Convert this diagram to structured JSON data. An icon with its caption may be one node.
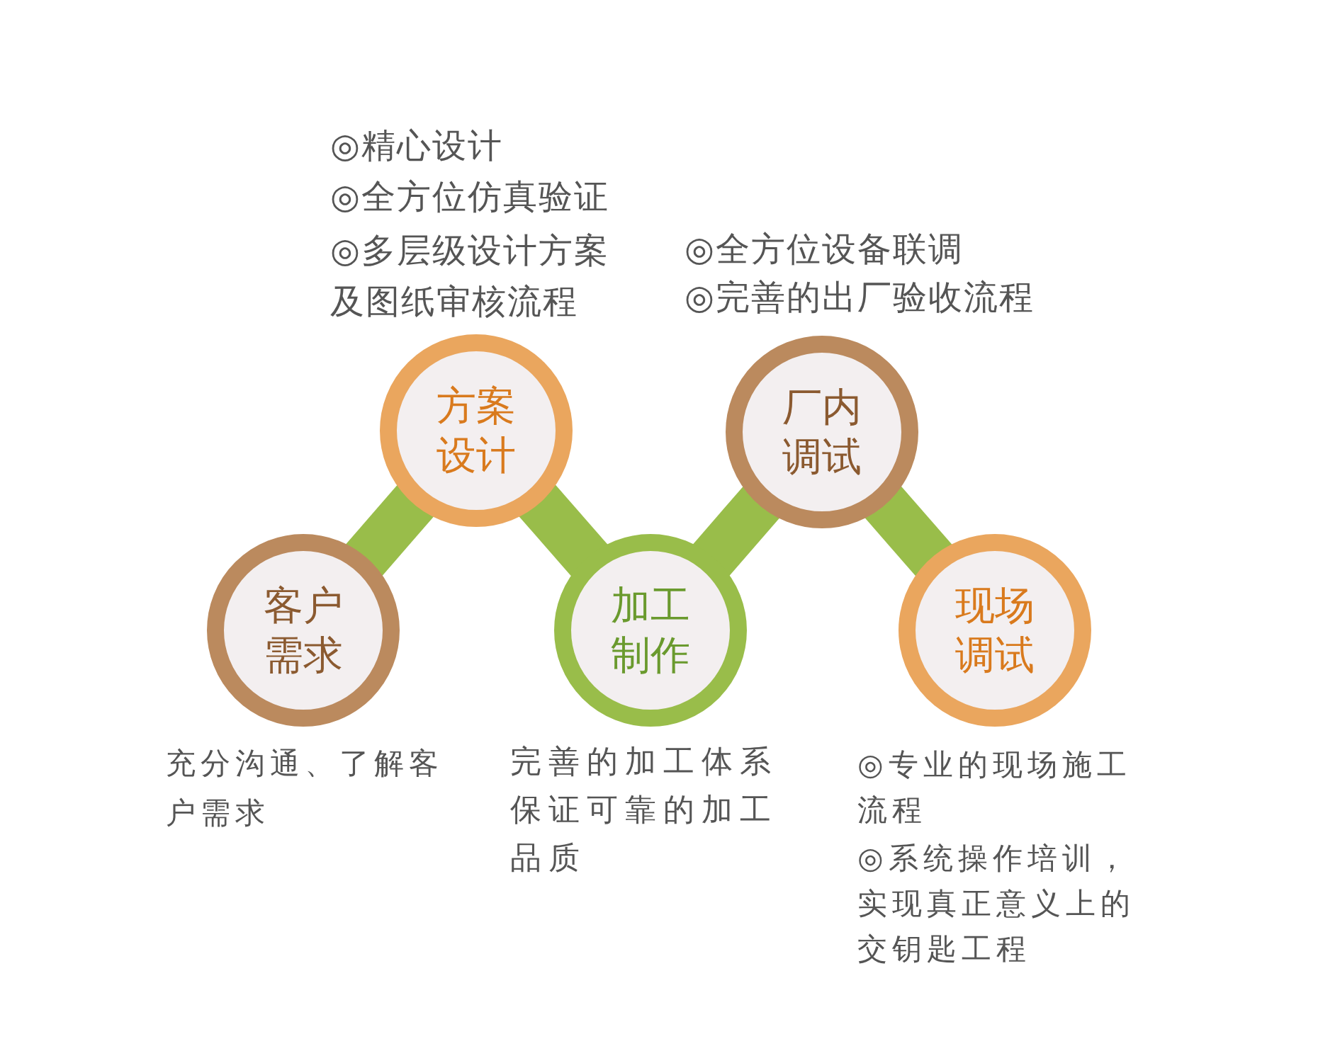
{
  "diagram": {
    "nodes": [
      {
        "text": [
          "客户需求"
        ],
        "beside": [
          "充分沟通、了解客户需求"
        ]
      },
      {
        "text": [
          "方案设计"
        ],
        "beside": [
          "◎精心设计",
          "◎全方位仿真验证",
          "◎多层级设计方案及图纸审核流程"
        ]
      },
      {
        "text": [
          "加工制作"
        ],
        "beside": [
          "完善的加工体系保证可靠的加工品质"
        ]
      },
      {
        "text": [
          "厂内调试"
        ],
        "beside": [
          "◎全方位设备联调",
          "◎完善的出厂验收流程"
        ]
      },
      {
        "text": [
          "现场调试"
        ],
        "beside": [
          "◎专业的现场施工流程",
          "◎系统操作培训，实现真正意义上的交钥匙工程"
        ]
      }
    ],
    "edges": [
      {
        "from": 0,
        "to": 1,
        "arrow": "none"
      },
      {
        "from": 1,
        "to": 2,
        "arrow": "none"
      },
      {
        "from": 2,
        "to": 3,
        "arrow": "none"
      },
      {
        "from": 3,
        "to": 4,
        "arrow": "none"
      }
    ]
  }
}
